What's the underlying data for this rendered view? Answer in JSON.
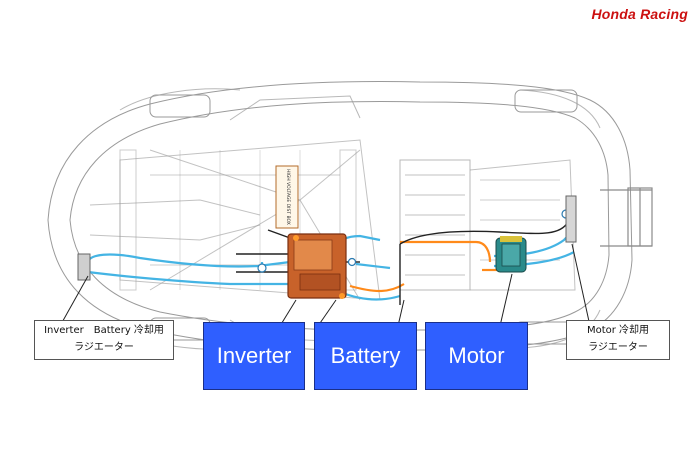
{
  "brand": {
    "text": "Honda Racing",
    "color": "#cc1111"
  },
  "callouts": {
    "left": {
      "line1": "Inverter　Battery 冷却用",
      "line2": "ラジエーター"
    },
    "right": {
      "line1": "Motor 冷却用",
      "line2": "ラジエーター"
    }
  },
  "components": [
    {
      "label": "Inverter"
    },
    {
      "label": "Battery"
    },
    {
      "label": "Motor"
    }
  ],
  "component_label": {
    "text": "HIGH VOLTAGE DIST BOX"
  },
  "colors": {
    "box_fill": "#2f5fff",
    "coolant_line": "#44b4e4",
    "high_voltage_line": "#ff8a1a",
    "inverter_unit": "#c8622a",
    "motor_unit": "#2a8a8a",
    "chassis_line": "#9a9a9a"
  }
}
